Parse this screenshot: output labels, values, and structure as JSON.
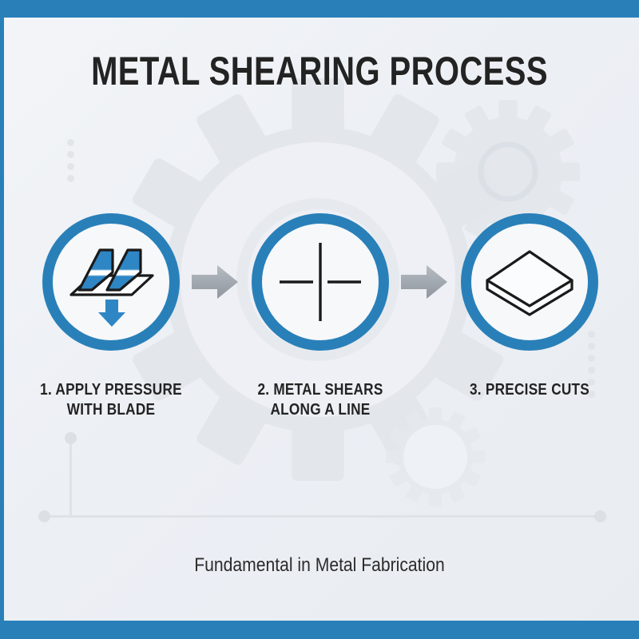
{
  "page": {
    "title": "METAL SHEARING PROCESS",
    "caption": "Fundamental in Metal Fabrication"
  },
  "colors": {
    "brand_blue": "#2980b9",
    "background": "#eef1f5",
    "text_dark": "#232323",
    "arrow_gray": "#9fa6ad",
    "decor_gray": "#e1e5ea"
  },
  "steps": [
    {
      "number": "1",
      "label": "1. APPLY PRESSURE\nWITH BLADE",
      "line1": "1. APPLY PRESSURE",
      "line2": "WITH BLADE",
      "icon": "blade-press-icon"
    },
    {
      "number": "2",
      "label": "2. METAL SHEARS\nALONG A LINE",
      "line1": "2. METAL SHEARS",
      "line2": "ALONG A LINE",
      "icon": "crosshair-shear-line-icon"
    },
    {
      "number": "3",
      "label": "3. PRECISE CUTS",
      "line1": "3. PRECISE CUTS",
      "line2": "",
      "icon": "metal-sheet-plate-icon"
    }
  ],
  "connectors": [
    {
      "name": "arrow-step1-to-step2"
    },
    {
      "name": "arrow-step2-to-step3"
    }
  ],
  "decorations": {
    "left_dot_count": 4,
    "right_dot_count": 6,
    "background_gears": [
      "large-center-gear",
      "top-right-gear",
      "bottom-center-gear"
    ]
  }
}
